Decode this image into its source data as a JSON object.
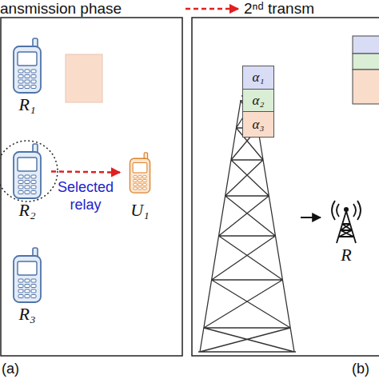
{
  "diagram": {
    "nodes": [
      {
        "text": [
          "R₁"
        ]
      },
      {
        "text": [
          "R₂"
        ]
      },
      {
        "text": [
          "R₃"
        ]
      },
      {
        "text": [
          "U₁"
        ]
      },
      {
        "text": [
          "α₁"
        ]
      },
      {
        "text": [
          "α₂"
        ]
      },
      {
        "text": [
          "α₃"
        ]
      },
      {
        "text": [
          "R"
        ]
      }
    ],
    "edges": [
      {
        "from": 1,
        "to": 3,
        "label": "Selected relay",
        "arrow": "to"
      }
    ],
    "labels": [
      "ansmission phase",
      "(a)",
      "(b)"
    ],
    "legend": [
      {
        "text": "2ⁿᵈ transm"
      }
    ]
  }
}
